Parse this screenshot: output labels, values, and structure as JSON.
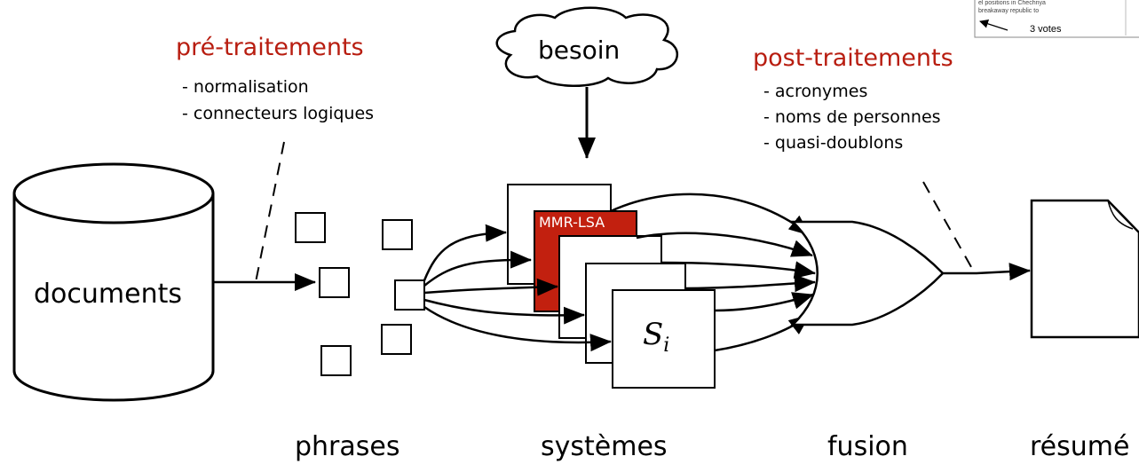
{
  "preprocessing": {
    "title": "pré-traitements",
    "items": [
      "- normalisation",
      "- connecteurs logiques"
    ]
  },
  "need_label": "besoin",
  "postprocessing": {
    "title": "post-traitements",
    "items": [
      "- acronymes",
      "- noms de personnes",
      "- quasi-doublons"
    ]
  },
  "documents_label": "documents",
  "system_front_label": "MMR-LSA",
  "system_last_label": "S",
  "system_last_subscript": "i",
  "bottom_labels": {
    "sentences": "phrases",
    "systems": "systèmes",
    "fusion": "fusion",
    "summary": "résumé"
  },
  "thumbnail": {
    "line1": "el positions in Chechnya",
    "line2": "breakaway republic to",
    "votes": "3 votes"
  },
  "colors": {
    "accent_red": "#b81d10",
    "mmr_fill": "#c2200f"
  }
}
